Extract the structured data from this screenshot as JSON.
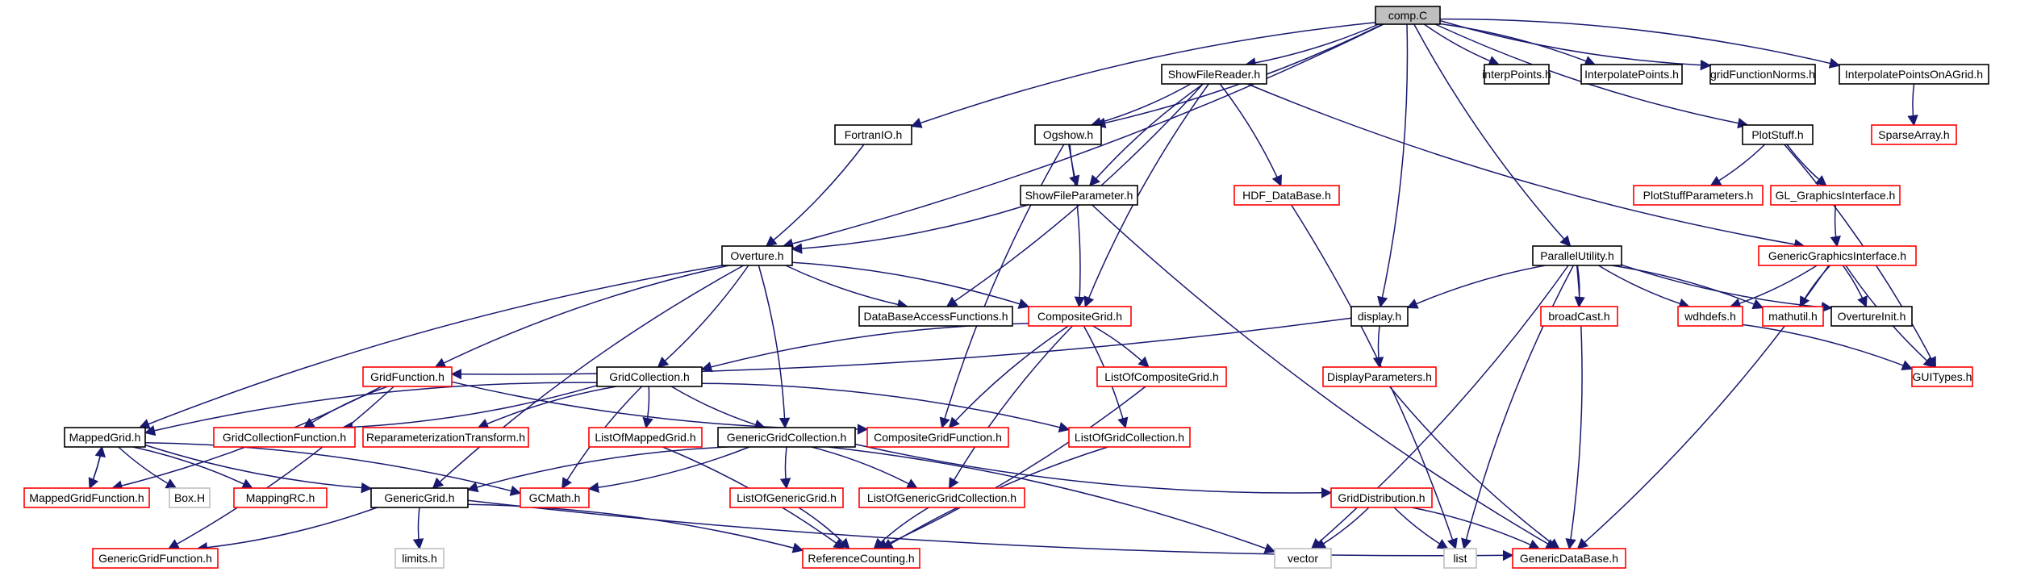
{
  "colors": {
    "edge": "#191970",
    "border_normal": "#000000",
    "border_red": "#ff0000",
    "border_grey": "#bfbfbf",
    "root_fill": "#bfbfbf"
  },
  "nodes": [
    {
      "id": "comp",
      "label": "comp.C",
      "style": "root"
    },
    {
      "id": "showfilereader",
      "label": "ShowFileReader.h",
      "style": "normal"
    },
    {
      "id": "interppoints",
      "label": "interpPoints.h",
      "style": "normal"
    },
    {
      "id": "interpolatepoints",
      "label": "InterpolatePoints.h",
      "style": "normal"
    },
    {
      "id": "gridfunctionnorms",
      "label": "gridFunctionNorms.h",
      "style": "normal"
    },
    {
      "id": "interpolatepointsonagrid",
      "label": "InterpolatePointsOnAGrid.h",
      "style": "normal"
    },
    {
      "id": "fortranio",
      "label": "FortranIO.h",
      "style": "normal"
    },
    {
      "id": "ogshow",
      "label": "Ogshow.h",
      "style": "normal"
    },
    {
      "id": "plotstuff",
      "label": "PlotStuff.h",
      "style": "normal"
    },
    {
      "id": "sparsearray",
      "label": "SparseArray.h",
      "style": "red"
    },
    {
      "id": "showfileparameter",
      "label": "ShowFileParameter.h",
      "style": "normal"
    },
    {
      "id": "hdf_database",
      "label": "HDF_DataBase.h",
      "style": "red"
    },
    {
      "id": "plotstuffparameters",
      "label": "PlotStuffParameters.h",
      "style": "red"
    },
    {
      "id": "gl_graphicsinterface",
      "label": "GL_GraphicsInterface.h",
      "style": "red"
    },
    {
      "id": "overture",
      "label": "Overture.h",
      "style": "normal"
    },
    {
      "id": "parallelutility",
      "label": "ParallelUtility.h",
      "style": "normal"
    },
    {
      "id": "genericgraphicsinterface",
      "label": "GenericGraphicsInterface.h",
      "style": "red"
    },
    {
      "id": "databaseaccessfunctions",
      "label": "DataBaseAccessFunctions.h",
      "style": "normal"
    },
    {
      "id": "compositegrid",
      "label": "CompositeGrid.h",
      "style": "red"
    },
    {
      "id": "display",
      "label": "display.h",
      "style": "normal"
    },
    {
      "id": "broadcast",
      "label": "broadCast.h",
      "style": "red"
    },
    {
      "id": "wdhdefs",
      "label": "wdhdefs.h",
      "style": "red"
    },
    {
      "id": "mathutil",
      "label": "mathutil.h",
      "style": "red"
    },
    {
      "id": "overtureinit",
      "label": "OvertureInit.h",
      "style": "normal"
    },
    {
      "id": "gridfunction",
      "label": "GridFunction.h",
      "style": "red"
    },
    {
      "id": "gridcollection",
      "label": "GridCollection.h",
      "style": "normal"
    },
    {
      "id": "listofcompositegrid",
      "label": "ListOfCompositeGrid.h",
      "style": "red"
    },
    {
      "id": "displayparameters",
      "label": "DisplayParameters.h",
      "style": "red"
    },
    {
      "id": "guitypes",
      "label": "GUITypes.h",
      "style": "red"
    },
    {
      "id": "mappedgrid",
      "label": "MappedGrid.h",
      "style": "normal"
    },
    {
      "id": "gridcollectionfunction",
      "label": "GridCollectionFunction.h",
      "style": "red"
    },
    {
      "id": "reparameterizationtransform",
      "label": "ReparameterizationTransform.h",
      "style": "red"
    },
    {
      "id": "listofmappedgrid",
      "label": "ListOfMappedGrid.h",
      "style": "red"
    },
    {
      "id": "genericgridcollection",
      "label": "GenericGridCollection.h",
      "style": "normal"
    },
    {
      "id": "compositegridfunction",
      "label": "CompositeGridFunction.h",
      "style": "red"
    },
    {
      "id": "listofgridcollection",
      "label": "ListOfGridCollection.h",
      "style": "red"
    },
    {
      "id": "mappedgridfunction",
      "label": "MappedGridFunction.h",
      "style": "red"
    },
    {
      "id": "boxh",
      "label": "Box.H",
      "style": "grey"
    },
    {
      "id": "mappingrc",
      "label": "MappingRC.h",
      "style": "red"
    },
    {
      "id": "genericgrid",
      "label": "GenericGrid.h",
      "style": "normal"
    },
    {
      "id": "gcmath",
      "label": "GCMath.h",
      "style": "red"
    },
    {
      "id": "listofgenericgrid",
      "label": "ListOfGenericGrid.h",
      "style": "red"
    },
    {
      "id": "listofgenericgridcollection",
      "label": "ListOfGenericGridCollection.h",
      "style": "red"
    },
    {
      "id": "griddistribution",
      "label": "GridDistribution.h",
      "style": "red"
    },
    {
      "id": "genericgridfunction",
      "label": "GenericGridFunction.h",
      "style": "red"
    },
    {
      "id": "limits",
      "label": "limits.h",
      "style": "grey"
    },
    {
      "id": "referencecounting",
      "label": "ReferenceCounting.h",
      "style": "red"
    },
    {
      "id": "vector",
      "label": "vector",
      "style": "grey"
    },
    {
      "id": "list",
      "label": "list",
      "style": "grey"
    },
    {
      "id": "genericdatabase",
      "label": "GenericDataBase.h",
      "style": "red"
    }
  ],
  "edges": [
    [
      "comp",
      "showfilereader"
    ],
    [
      "comp",
      "interppoints"
    ],
    [
      "comp",
      "interpolatepoints"
    ],
    [
      "comp",
      "gridfunctionnorms"
    ],
    [
      "comp",
      "interpolatepointsonagrid"
    ],
    [
      "comp",
      "fortranio"
    ],
    [
      "comp",
      "ogshow"
    ],
    [
      "comp",
      "plotstuff"
    ],
    [
      "comp",
      "overture"
    ],
    [
      "comp",
      "parallelutility"
    ],
    [
      "comp",
      "display"
    ],
    [
      "interpolatepointsonagrid",
      "sparsearray"
    ],
    [
      "showfilereader",
      "ogshow"
    ],
    [
      "showfilereader",
      "showfileparameter"
    ],
    [
      "showfilereader",
      "hdf_database"
    ],
    [
      "showfilereader",
      "genericgraphicsinterface"
    ],
    [
      "showfilereader",
      "databaseaccessfunctions"
    ],
    [
      "showfilereader",
      "compositegrid"
    ],
    [
      "fortranio",
      "overture"
    ],
    [
      "ogshow",
      "showfileparameter"
    ],
    [
      "ogshow",
      "compositegrid"
    ],
    [
      "ogshow",
      "compositegridfunction"
    ],
    [
      "plotstuff",
      "plotstuffparameters"
    ],
    [
      "plotstuff",
      "gl_graphicsinterface"
    ],
    [
      "plotstuff",
      "guitypes"
    ],
    [
      "gl_graphicsinterface",
      "genericgraphicsinterface"
    ],
    [
      "showfileparameter",
      "overture"
    ],
    [
      "showfileparameter",
      "genericdatabase"
    ],
    [
      "hdf_database",
      "list"
    ],
    [
      "overture",
      "databaseaccessfunctions"
    ],
    [
      "overture",
      "compositegrid"
    ],
    [
      "overture",
      "gridfunction"
    ],
    [
      "overture",
      "gridcollection"
    ],
    [
      "overture",
      "mappedgrid"
    ],
    [
      "overture",
      "genericgridcollection"
    ],
    [
      "overture",
      "genericgrid"
    ],
    [
      "genericgraphicsinterface",
      "wdhdefs"
    ],
    [
      "genericgraphicsinterface",
      "mathutil"
    ],
    [
      "genericgraphicsinterface",
      "overtureinit"
    ],
    [
      "genericgraphicsinterface",
      "guitypes"
    ],
    [
      "genericgraphicsinterface",
      "genericdatabase"
    ],
    [
      "parallelutility",
      "display"
    ],
    [
      "parallelutility",
      "broadcast"
    ],
    [
      "parallelutility",
      "wdhdefs"
    ],
    [
      "parallelutility",
      "mathutil"
    ],
    [
      "parallelutility",
      "overtureinit"
    ],
    [
      "parallelutility",
      "vector"
    ],
    [
      "parallelutility",
      "list"
    ],
    [
      "parallelutility",
      "genericdatabase"
    ],
    [
      "compositegrid",
      "gridcollection"
    ],
    [
      "compositegrid",
      "listofcompositegrid"
    ],
    [
      "compositegrid",
      "compositegridfunction"
    ],
    [
      "compositegrid",
      "listofgridcollection"
    ],
    [
      "compositegrid",
      "listofgenericgridcollection"
    ],
    [
      "display",
      "gridfunction"
    ],
    [
      "display",
      "displayparameters"
    ],
    [
      "wdhdefs",
      "guitypes"
    ],
    [
      "gridfunction",
      "gridcollectionfunction"
    ],
    [
      "gridfunction",
      "mappedgridfunction"
    ],
    [
      "gridfunction",
      "compositegridfunction"
    ],
    [
      "gridfunction",
      "genericgridfunction"
    ],
    [
      "gridcollection",
      "mappedgrid"
    ],
    [
      "gridcollection",
      "gridcollectionfunction"
    ],
    [
      "gridcollection",
      "reparameterizationtransform"
    ],
    [
      "gridcollection",
      "listofmappedgrid"
    ],
    [
      "gridcollection",
      "genericgridcollection"
    ],
    [
      "gridcollection",
      "listofgridcollection"
    ],
    [
      "gridcollection",
      "gcmath"
    ],
    [
      "listofcompositegrid",
      "referencecounting"
    ],
    [
      "displayparameters",
      "genericdatabase"
    ],
    [
      "mappedgrid",
      "mappedgridfunction"
    ],
    [
      "mappedgrid",
      "boxh"
    ],
    [
      "mappedgrid",
      "mappingrc"
    ],
    [
      "mappedgrid",
      "genericgrid"
    ],
    [
      "mappedgrid",
      "gcmath"
    ],
    [
      "mappedgridfunction",
      "mappedgrid"
    ],
    [
      "listofmappedgrid",
      "referencecounting"
    ],
    [
      "genericgridcollection",
      "genericgrid"
    ],
    [
      "genericgridcollection",
      "gcmath"
    ],
    [
      "genericgridcollection",
      "listofgenericgrid"
    ],
    [
      "genericgridcollection",
      "listofgenericgridcollection"
    ],
    [
      "genericgridcollection",
      "griddistribution"
    ],
    [
      "genericgridcollection",
      "vector"
    ],
    [
      "listofgridcollection",
      "referencecounting"
    ],
    [
      "genericgrid",
      "genericgridfunction"
    ],
    [
      "genericgrid",
      "limits"
    ],
    [
      "genericgrid",
      "referencecounting"
    ],
    [
      "genericgrid",
      "genericdatabase"
    ],
    [
      "listofgenericgrid",
      "referencecounting"
    ],
    [
      "listofgenericgridcollection",
      "referencecounting"
    ],
    [
      "griddistribution",
      "vector"
    ],
    [
      "griddistribution",
      "list"
    ],
    [
      "griddistribution",
      "genericdatabase"
    ]
  ]
}
